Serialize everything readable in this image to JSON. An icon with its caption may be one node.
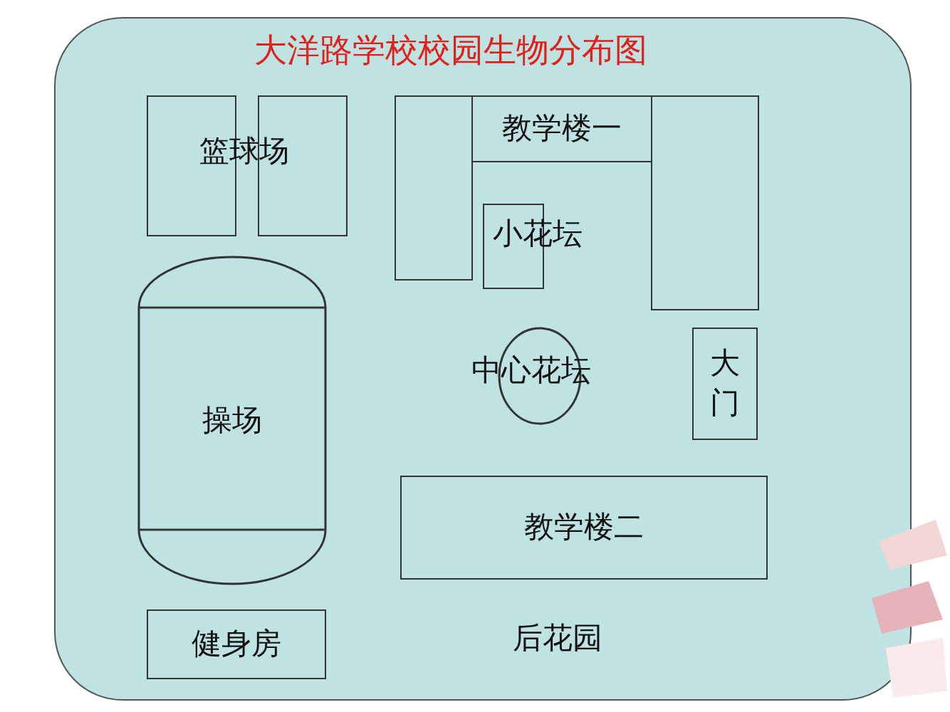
{
  "diagram": {
    "title": "大洋路学校校园生物分布图",
    "nodes": [
      {
        "text": [],
        "shape": "box"
      },
      {
        "text": [],
        "shape": "box"
      },
      {
        "text": [],
        "shape": "box"
      },
      {
        "text": [
          "教学楼一"
        ]
      },
      {
        "text": [],
        "shape": "box"
      },
      {
        "text": [],
        "shape": "box"
      },
      {
        "text": [
          "操场"
        ]
      },
      {
        "text": [],
        "shape": "circle"
      },
      {
        "text": [
          "大门"
        ]
      },
      {
        "text": [
          "教学楼二"
        ]
      },
      {
        "text": [
          "健身房"
        ]
      }
    ],
    "labels": [
      "篮球场",
      "小花坛",
      "中心花坛",
      "后花园"
    ]
  }
}
